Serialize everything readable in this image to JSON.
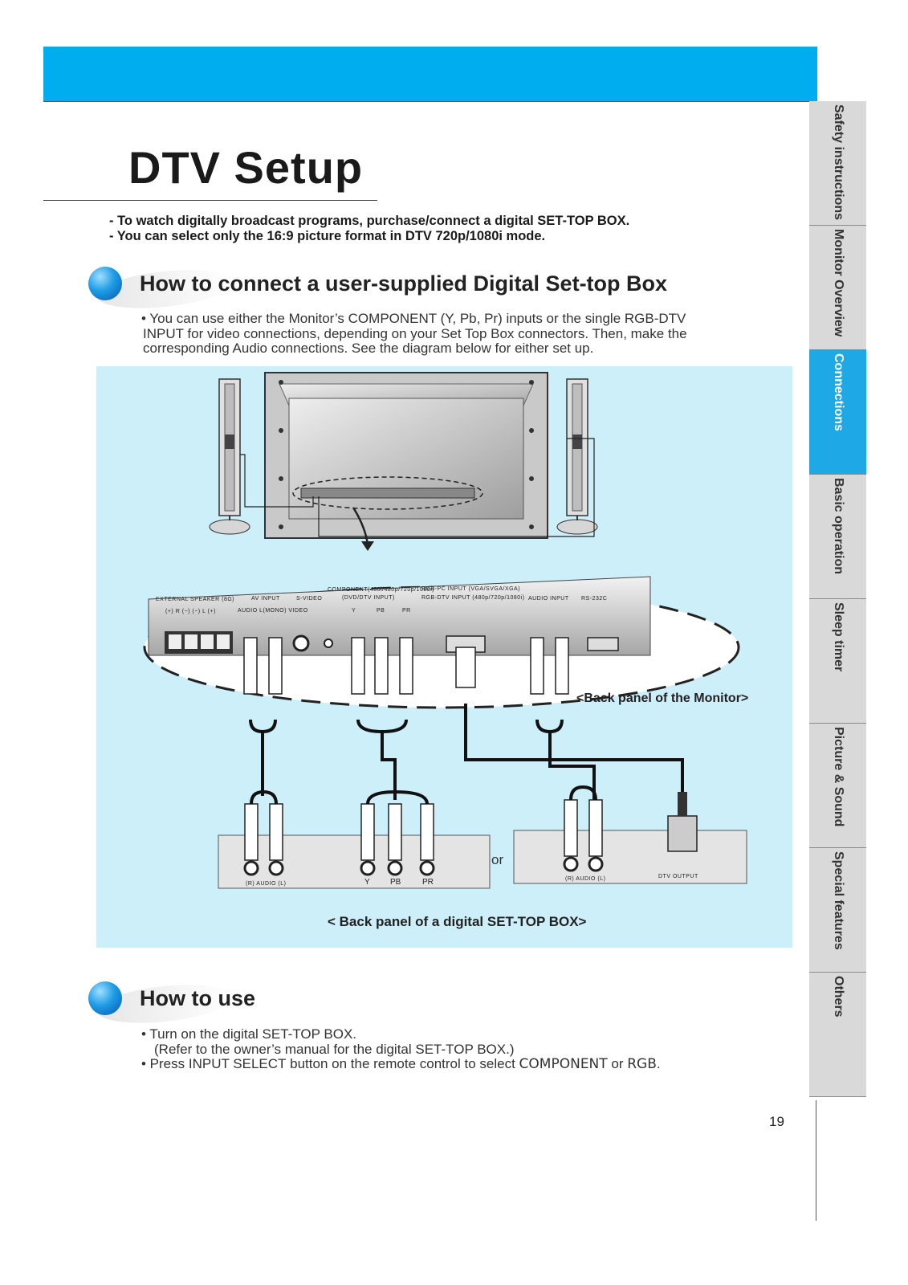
{
  "page": {
    "title": "DTV Setup",
    "notes": [
      "-  To watch digitally broadcast programs, purchase/connect a digital SET-TOP BOX.",
      "-  You can select only the 16:9 picture format in DTV 720p/1080i mode."
    ],
    "page_number": "19"
  },
  "section1": {
    "heading": "How to connect a user-supplied Digital Set-top Box",
    "body": [
      "• You can use either the Monitor’s COMPONENT (Y, Pb, Pr) inputs or the single RGB-DTV",
      "INPUT for video connections, depending on your Set Top Box connectors. Then, make the",
      "corresponding Audio connections. See the diagram below for either set up."
    ]
  },
  "diagram": {
    "panel_labels": {
      "external_speaker": "EXTERNAL SPEAKER (8Ω)",
      "av_input": "AV INPUT",
      "s_video": "S-VIDEO",
      "component": "COMPONENT(480i/480p/720p/1080i)",
      "component_sub": "(DVD/DTV INPUT)",
      "rgb_pc": "RGB-PC INPUT (VGA/SVGA/XGA)",
      "rgb_dtv": "RGB-DTV INPUT (480p/720p/1080i)",
      "audio_input": "AUDIO INPUT",
      "rs232c": "RS-232C",
      "speaker_polarity": "(+) R (−)     (−) L (+)",
      "audio_mono_video": "AUDIO  L(MONO)  VIDEO",
      "y": "Y",
      "pb": "PB",
      "pr": "PR"
    },
    "monitor_caption": "<Back panel of the Monitor>",
    "stb_left": {
      "audio_label": "(R) AUDIO (L)",
      "y": "Y",
      "pb": "PB",
      "pr": "PR"
    },
    "or_label": "or",
    "stb_right": {
      "audio_label": "(R) AUDIO (L)",
      "dtv_output": "DTV OUTPUT"
    },
    "stb_caption": "< Back panel of a digital SET-TOP BOX>"
  },
  "section2": {
    "heading": "How to use",
    "line1": "• Turn on the digital SET-TOP BOX.",
    "line2": "(Refer to the owner’s manual for the digital SET-TOP BOX.)",
    "line3_prefix": "• Press ",
    "line3_button": "INPUT SELECT",
    "line3_mid": " button on the remote control to select ",
    "line3_component": "COMPONENT",
    "line3_or": " or ",
    "line3_rgb": "RGB",
    "line3_end": "."
  },
  "side_tabs": [
    {
      "label": "Safety instructions",
      "active": false
    },
    {
      "label": "Monitor Overview",
      "active": false
    },
    {
      "label": "Connections",
      "active": true
    },
    {
      "label": "Basic operation",
      "active": false
    },
    {
      "label": "Sleep timer",
      "active": false
    },
    {
      "label": "Picture & Sound",
      "active": false
    },
    {
      "label": "Special features",
      "active": false
    },
    {
      "label": "Others",
      "active": false
    }
  ],
  "colors": {
    "header_band": "#00aeef",
    "diagram_background": "#cdeffa",
    "active_tab": "#1fa8e6",
    "inactive_tab": "#d9d9d9"
  }
}
